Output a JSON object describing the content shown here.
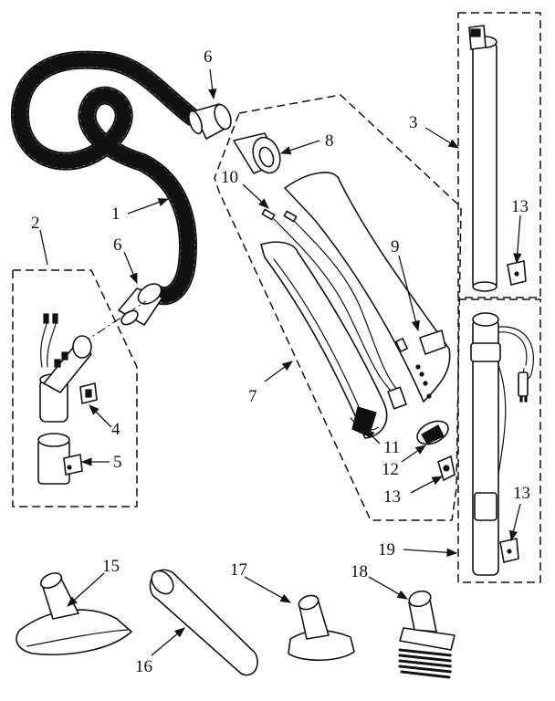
{
  "callouts": {
    "c1": "1",
    "c2": "2",
    "c3": "3",
    "c4": "4",
    "c5": "5",
    "c6a": "6",
    "c6b": "6",
    "c7": "7",
    "c8": "8",
    "c9": "9",
    "c10": "10",
    "c11": "11",
    "c12": "12",
    "c13a": "13",
    "c13b": "13",
    "c13c": "13",
    "c15": "15",
    "c16": "16",
    "c17": "17",
    "c18": "18",
    "c19": "19"
  }
}
